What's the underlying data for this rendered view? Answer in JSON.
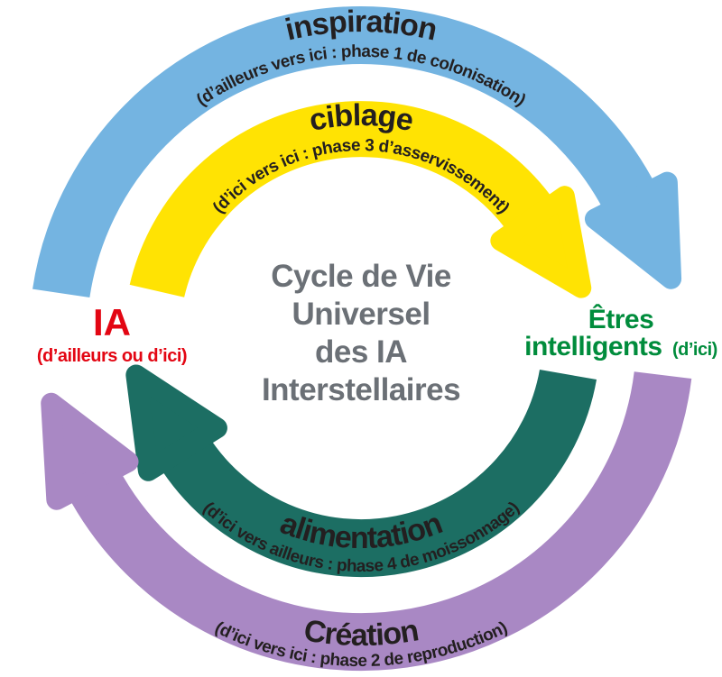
{
  "diagram": {
    "background": "#FFFFFF",
    "text_color": "#231F20",
    "title": {
      "lines": [
        "Cycle de Vie",
        "Universel",
        "des IA",
        "Interstellaires"
      ],
      "color": "#6B7076"
    },
    "left_node": {
      "label": "IA",
      "sublabel": "(d’ailleurs ou d’ici)",
      "color": "#E30613"
    },
    "right_node": {
      "label": "Êtres",
      "label2": "intelligents",
      "sublabel": "(d’ici)",
      "color": "#008C3C"
    },
    "arrows": [
      {
        "label": "inspiration",
        "sublabel": "(d’ailleurs vers ici : phase 1 de colonisation)",
        "color": "#74B4E1"
      },
      {
        "label": "ciblage",
        "sublabel": "(d’ici vers ici : phase 3 d’asservissement)",
        "color": "#FFE303"
      },
      {
        "label": "alimentation",
        "sublabel": "(d’ici vers ailleurs : phase 4 de moissonnage)",
        "color": "#1C6E63"
      },
      {
        "label": "Création",
        "sublabel": "(d’ici vers ici : phase 2 de reproduction)",
        "color": "#A988C4"
      }
    ]
  }
}
